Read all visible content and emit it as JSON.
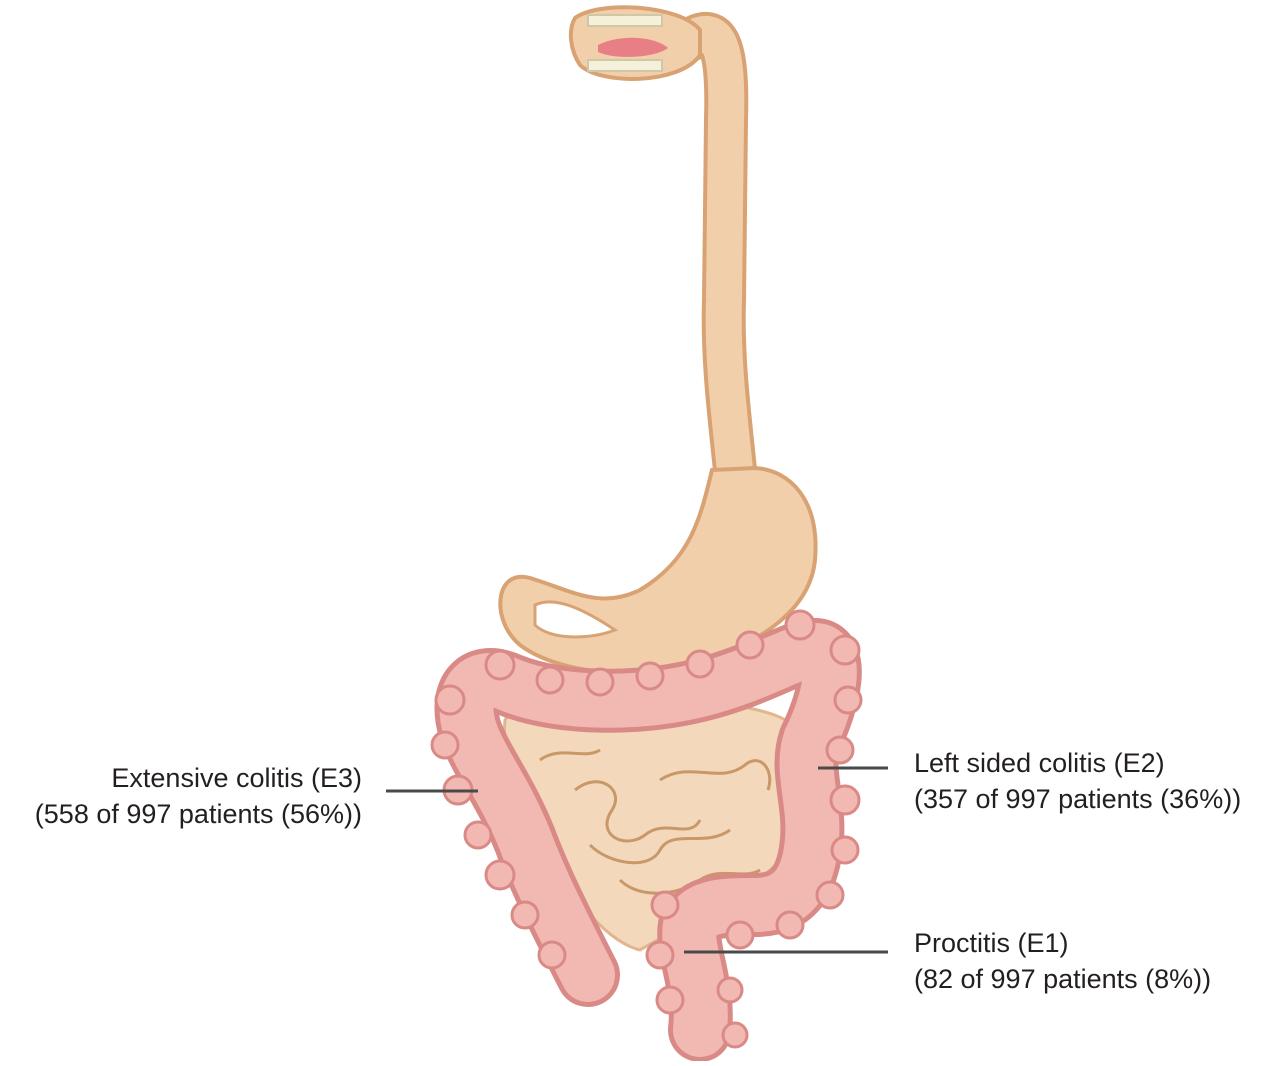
{
  "labels": {
    "e3": {
      "line1": "Extensive colitis (E3)",
      "line2": "(558 of 997 patients (56%))"
    },
    "e2": {
      "line1": "Left sided colitis (E2)",
      "line2": "(357 of 997 patients (36%))"
    },
    "e1": {
      "line1": "Proctitis (E1)",
      "line2": "(82 of 997 patients (8%))"
    }
  },
  "colors": {
    "upper_gi_fill": "#f1cfab",
    "upper_gi_stroke": "#d9a273",
    "colon_fill": "#f2b9b2",
    "colon_stroke": "#d98a86",
    "small_intestine_fill": "#f4d8bc",
    "small_intestine_stroke": "#c99868",
    "leader_line": "#4a4a4a",
    "text": "#231f20"
  }
}
